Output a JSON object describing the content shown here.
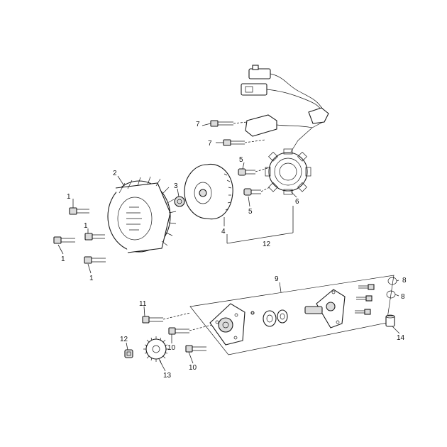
{
  "callouts": [
    {
      "id": "c1a",
      "text": "1"
    },
    {
      "id": "c1b",
      "text": "1"
    },
    {
      "id": "c1c",
      "text": "1"
    },
    {
      "id": "c1d",
      "text": "1"
    },
    {
      "id": "c2",
      "text": "2"
    },
    {
      "id": "c3",
      "text": "3"
    },
    {
      "id": "c4",
      "text": "4"
    },
    {
      "id": "c5a",
      "text": "5"
    },
    {
      "id": "c5b",
      "text": "5"
    },
    {
      "id": "c6",
      "text": "6"
    },
    {
      "id": "c7a",
      "text": "7"
    },
    {
      "id": "c7b",
      "text": "7"
    },
    {
      "id": "c8a",
      "text": "8"
    },
    {
      "id": "c8b",
      "text": "8"
    },
    {
      "id": "c9",
      "text": "9"
    },
    {
      "id": "c10a",
      "text": "10"
    },
    {
      "id": "c10b",
      "text": "10"
    },
    {
      "id": "c11",
      "text": "11"
    },
    {
      "id": "c12a",
      "text": "12"
    },
    {
      "id": "c12b",
      "text": "12"
    },
    {
      "id": "c13",
      "text": "13"
    },
    {
      "id": "c14",
      "text": "14"
    }
  ]
}
